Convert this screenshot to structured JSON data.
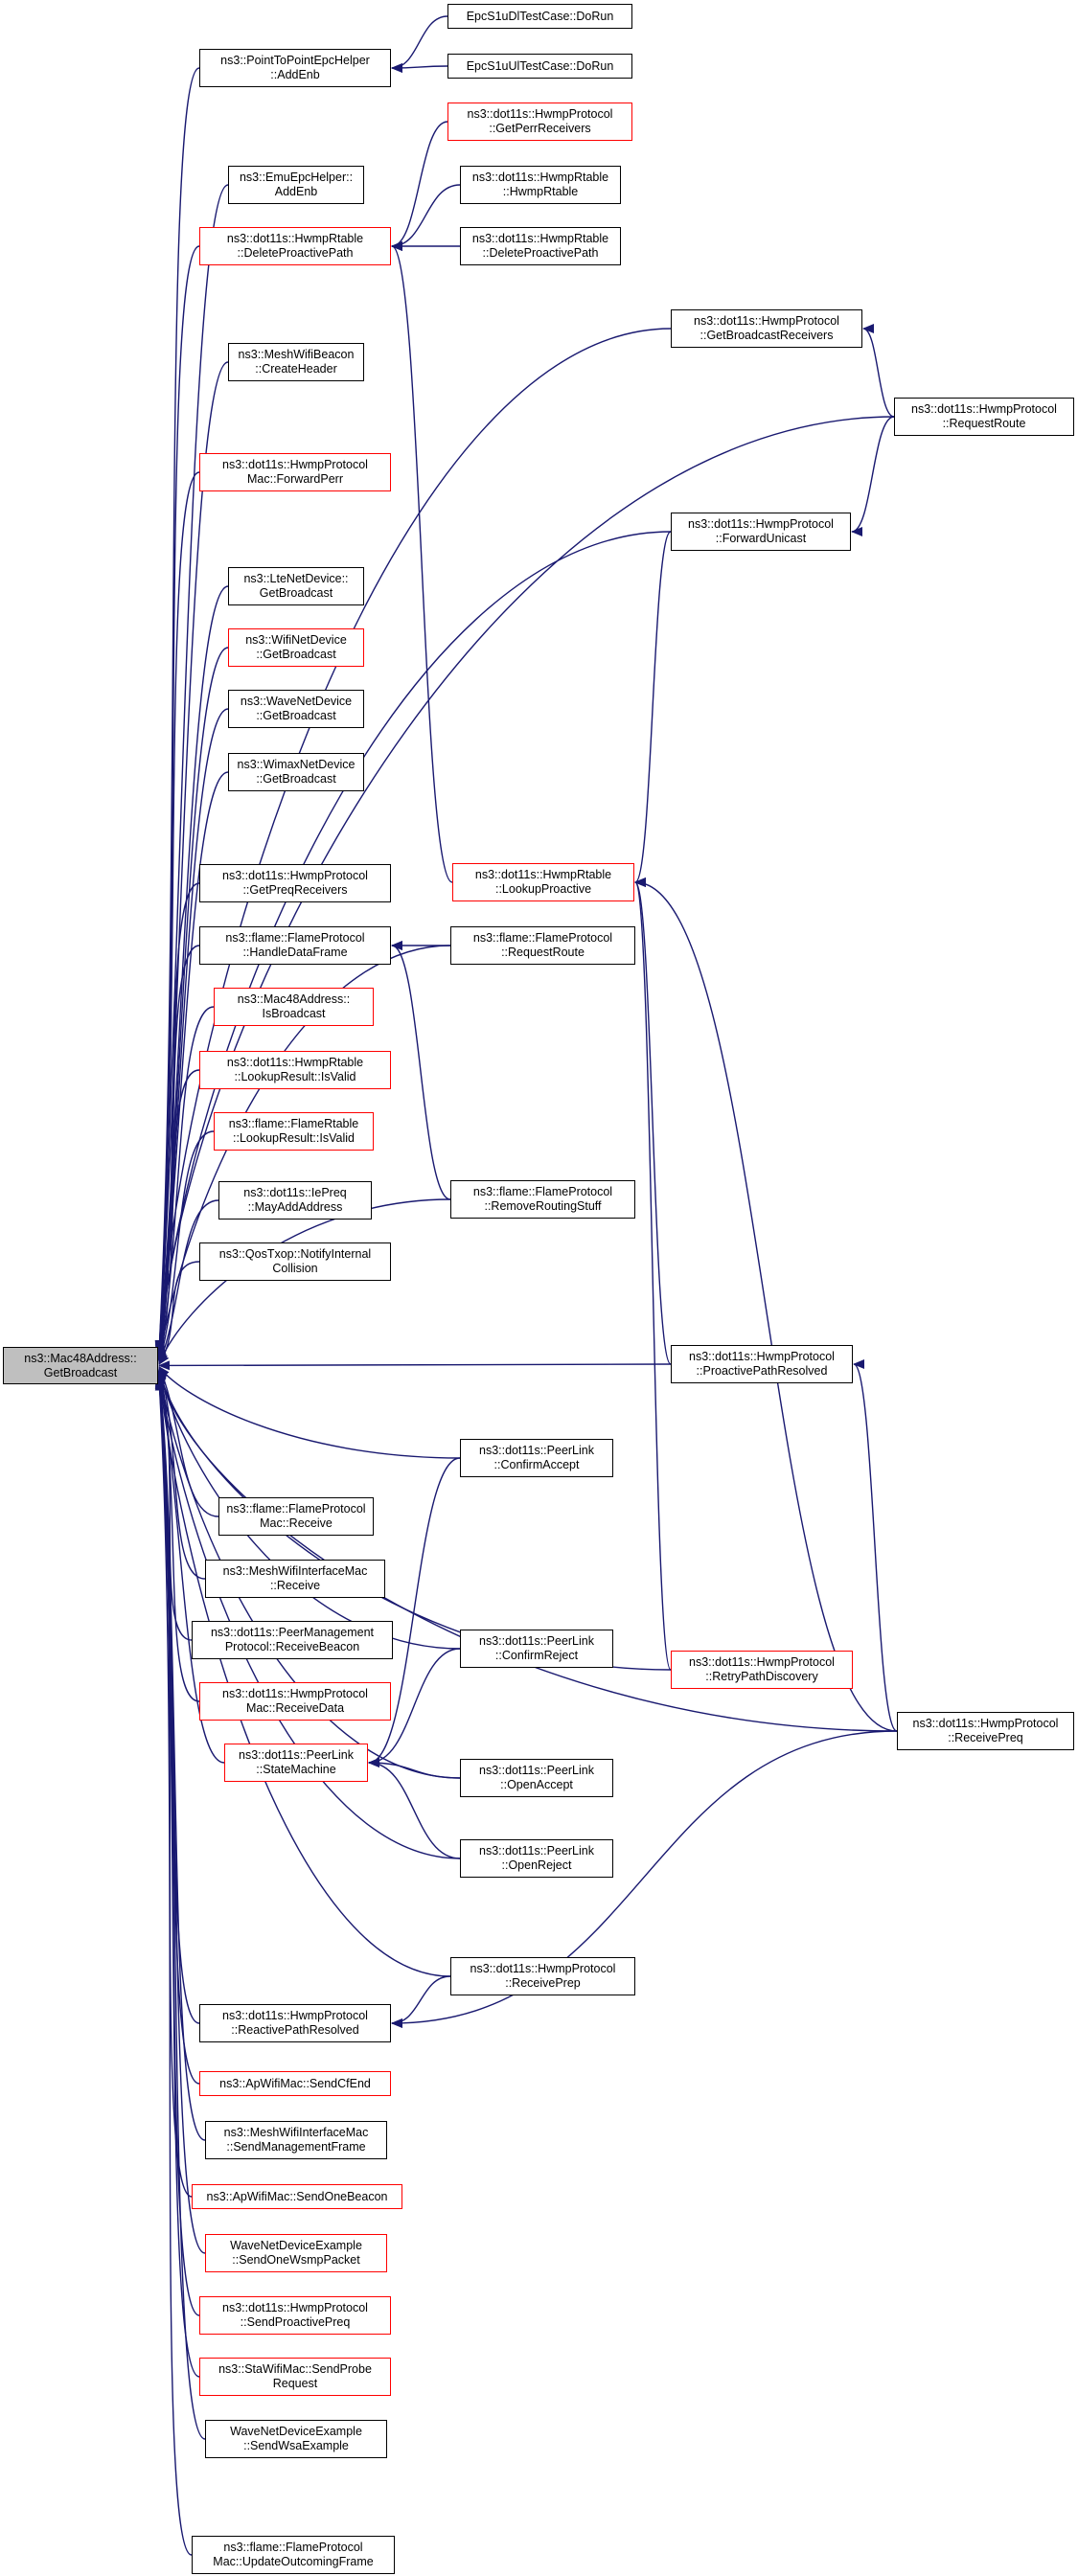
{
  "diagram": {
    "edge_color": "#191970",
    "root": {
      "id": "root",
      "lines": [
        "ns3::Mac48Address::",
        "GetBroadcast"
      ],
      "style": "root"
    },
    "nodes": [
      {
        "id": "p2p_addenb",
        "lines": [
          "ns3::PointToPointEpcHelper",
          "::AddEnb"
        ],
        "style": "black"
      },
      {
        "id": "epc_dl",
        "lines": [
          "EpcS1uDlTestCase::DoRun"
        ],
        "style": "black"
      },
      {
        "id": "epc_ul",
        "lines": [
          "EpcS1uUlTestCase::DoRun"
        ],
        "style": "black"
      },
      {
        "id": "emu_addenb",
        "lines": [
          "ns3::EmuEpcHelper::",
          "AddEnb"
        ],
        "style": "black"
      },
      {
        "id": "hr_delproact",
        "lines": [
          "ns3::dot11s::HwmpRtable",
          "::DeleteProactivePath"
        ],
        "style": "red"
      },
      {
        "id": "hp_getperr",
        "lines": [
          "ns3::dot11s::HwmpProtocol",
          "::GetPerrReceivers"
        ],
        "style": "red"
      },
      {
        "id": "hr_ctor",
        "lines": [
          "ns3::dot11s::HwmpRtable",
          "::HwmpRtable"
        ],
        "style": "black"
      },
      {
        "id": "hr_delproact2",
        "lines": [
          "ns3::dot11s::HwmpRtable",
          "::DeleteProactivePath"
        ],
        "style": "black"
      },
      {
        "id": "hp_getbcast",
        "lines": [
          "ns3::dot11s::HwmpProtocol",
          "::GetBroadcastReceivers"
        ],
        "style": "black"
      },
      {
        "id": "mwb_header",
        "lines": [
          "ns3::MeshWifiBeacon",
          "::CreateHeader"
        ],
        "style": "black"
      },
      {
        "id": "hp_reqroute",
        "lines": [
          "ns3::dot11s::HwmpProtocol",
          "::RequestRoute"
        ],
        "style": "black"
      },
      {
        "id": "hpm_fwdperr",
        "lines": [
          "ns3::dot11s::HwmpProtocol",
          "Mac::ForwardPerr"
        ],
        "style": "red"
      },
      {
        "id": "hp_fwduni",
        "lines": [
          "ns3::dot11s::HwmpProtocol",
          "::ForwardUnicast"
        ],
        "style": "black"
      },
      {
        "id": "lte_getb",
        "lines": [
          "ns3::LteNetDevice::",
          "GetBroadcast"
        ],
        "style": "black"
      },
      {
        "id": "wifi_getb",
        "lines": [
          "ns3::WifiNetDevice",
          "::GetBroadcast"
        ],
        "style": "red"
      },
      {
        "id": "wave_getb",
        "lines": [
          "ns3::WaveNetDevice",
          "::GetBroadcast"
        ],
        "style": "black"
      },
      {
        "id": "wimax_getb",
        "lines": [
          "ns3::WimaxNetDevice",
          "::GetBroadcast"
        ],
        "style": "black"
      },
      {
        "id": "hr_lookproact",
        "lines": [
          "ns3::dot11s::HwmpRtable",
          "::LookupProactive"
        ],
        "style": "red"
      },
      {
        "id": "hp_getpreq",
        "lines": [
          "ns3::dot11s::HwmpProtocol",
          "::GetPreqReceivers"
        ],
        "style": "black"
      },
      {
        "id": "fp_handle",
        "lines": [
          "ns3::flame::FlameProtocol",
          "::HandleDataFrame"
        ],
        "style": "black"
      },
      {
        "id": "fp_reqroute",
        "lines": [
          "ns3::flame::FlameProtocol",
          "::RequestRoute"
        ],
        "style": "black"
      },
      {
        "id": "mac48_isb",
        "lines": [
          "ns3::Mac48Address::",
          "IsBroadcast"
        ],
        "style": "red"
      },
      {
        "id": "hr_lrvalid",
        "lines": [
          "ns3::dot11s::HwmpRtable",
          "::LookupResult::IsValid"
        ],
        "style": "red"
      },
      {
        "id": "fr_lrvalid",
        "lines": [
          "ns3::flame::FlameRtable",
          "::LookupResult::IsValid"
        ],
        "style": "red"
      },
      {
        "id": "fp_rmroute",
        "lines": [
          "ns3::flame::FlameProtocol",
          "::RemoveRoutingStuff"
        ],
        "style": "black"
      },
      {
        "id": "iepreq_may",
        "lines": [
          "ns3::dot11s::IePreq",
          "::MayAddAddress"
        ],
        "style": "black"
      },
      {
        "id": "qos_notify",
        "lines": [
          "ns3::QosTxop::NotifyInternal",
          "Collision"
        ],
        "style": "black"
      },
      {
        "id": "hp_proactres",
        "lines": [
          "ns3::dot11s::HwmpProtocol",
          "::ProactivePathResolved"
        ],
        "style": "black"
      },
      {
        "id": "pl_confacc",
        "lines": [
          "ns3::dot11s::PeerLink",
          "::ConfirmAccept"
        ],
        "style": "black"
      },
      {
        "id": "fpm_recv",
        "lines": [
          "ns3::flame::FlameProtocol",
          "Mac::Receive"
        ],
        "style": "black"
      },
      {
        "id": "mwim_recv",
        "lines": [
          "ns3::MeshWifiInterfaceMac",
          "::Receive"
        ],
        "style": "black"
      },
      {
        "id": "pmp_recvbeacon",
        "lines": [
          "ns3::dot11s::PeerManagement",
          "Protocol::ReceiveBeacon"
        ],
        "style": "black"
      },
      {
        "id": "pl_confrej",
        "lines": [
          "ns3::dot11s::PeerLink",
          "::ConfirmReject"
        ],
        "style": "black"
      },
      {
        "id": "hp_retry",
        "lines": [
          "ns3::dot11s::HwmpProtocol",
          "::RetryPathDiscovery"
        ],
        "style": "red"
      },
      {
        "id": "hp_recvpreq",
        "lines": [
          "ns3::dot11s::HwmpProtocol",
          "::ReceivePreq"
        ],
        "style": "black"
      },
      {
        "id": "hpm_recvdata",
        "lines": [
          "ns3::dot11s::HwmpProtocol",
          "Mac::ReceiveData"
        ],
        "style": "red"
      },
      {
        "id": "pl_state",
        "lines": [
          "ns3::dot11s::PeerLink",
          "::StateMachine"
        ],
        "style": "red"
      },
      {
        "id": "pl_openacc",
        "lines": [
          "ns3::dot11s::PeerLink",
          "::OpenAccept"
        ],
        "style": "black"
      },
      {
        "id": "pl_openrej",
        "lines": [
          "ns3::dot11s::PeerLink",
          "::OpenReject"
        ],
        "style": "black"
      },
      {
        "id": "hp_recvprep",
        "lines": [
          "ns3::dot11s::HwmpProtocol",
          "::ReceivePrep"
        ],
        "style": "black"
      },
      {
        "id": "hp_reactres",
        "lines": [
          "ns3::dot11s::HwmpProtocol",
          "::ReactivePathResolved"
        ],
        "style": "black"
      },
      {
        "id": "ap_cfend",
        "lines": [
          "ns3::ApWifiMac::SendCfEnd"
        ],
        "style": "red"
      },
      {
        "id": "mwim_sendmgmt",
        "lines": [
          "ns3::MeshWifiInterfaceMac",
          "::SendManagementFrame"
        ],
        "style": "black"
      },
      {
        "id": "ap_onebeacon",
        "lines": [
          "ns3::ApWifiMac::SendOneBeacon"
        ],
        "style": "red"
      },
      {
        "id": "wnde_wsmp",
        "lines": [
          "WaveNetDeviceExample",
          "::SendOneWsmpPacket"
        ],
        "style": "red"
      },
      {
        "id": "hp_sendproactpreq",
        "lines": [
          "ns3::dot11s::HwmpProtocol",
          "::SendProactivePreq"
        ],
        "style": "red"
      },
      {
        "id": "sta_probe",
        "lines": [
          "ns3::StaWifiMac::SendProbe",
          "Request"
        ],
        "style": "red"
      },
      {
        "id": "wnde_wsa",
        "lines": [
          "WaveNetDeviceExample",
          "::SendWsaExample"
        ],
        "style": "black"
      },
      {
        "id": "fpm_update",
        "lines": [
          "ns3::flame::FlameProtocol",
          "Mac::UpdateOutcomingFrame"
        ],
        "style": "black"
      }
    ],
    "edges": [
      [
        "p2p_addenb",
        "root"
      ],
      [
        "emu_addenb",
        "root"
      ],
      [
        "hr_delproact",
        "root"
      ],
      [
        "hp_getbcast",
        "root"
      ],
      [
        "mwb_header",
        "root"
      ],
      [
        "hp_reqroute",
        "root"
      ],
      [
        "hpm_fwdperr",
        "root"
      ],
      [
        "hp_fwduni",
        "root"
      ],
      [
        "lte_getb",
        "root"
      ],
      [
        "wifi_getb",
        "root"
      ],
      [
        "wave_getb",
        "root"
      ],
      [
        "wimax_getb",
        "root"
      ],
      [
        "fp_reqroute",
        "root"
      ],
      [
        "hp_getpreq",
        "root"
      ],
      [
        "fp_handle",
        "root"
      ],
      [
        "mac48_isb",
        "root"
      ],
      [
        "hr_lrvalid",
        "root"
      ],
      [
        "fr_lrvalid",
        "root"
      ],
      [
        "iepreq_may",
        "root"
      ],
      [
        "qos_notify",
        "root"
      ],
      [
        "fp_rmroute",
        "root"
      ],
      [
        "hp_proactres",
        "root"
      ],
      [
        "pl_confacc",
        "root"
      ],
      [
        "fpm_recv",
        "root"
      ],
      [
        "mwim_recv",
        "root"
      ],
      [
        "pmp_recvbeacon",
        "root"
      ],
      [
        "pl_confrej",
        "root"
      ],
      [
        "hpm_recvdata",
        "root"
      ],
      [
        "pl_state",
        "root"
      ],
      [
        "pl_openacc",
        "root"
      ],
      [
        "pl_openrej",
        "root"
      ],
      [
        "hp_retry",
        "root"
      ],
      [
        "hp_recvprep",
        "root"
      ],
      [
        "hp_reactres",
        "root"
      ],
      [
        "ap_cfend",
        "root"
      ],
      [
        "mwim_sendmgmt",
        "root"
      ],
      [
        "ap_onebeacon",
        "root"
      ],
      [
        "wnde_wsmp",
        "root"
      ],
      [
        "hp_sendproactpreq",
        "root"
      ],
      [
        "sta_probe",
        "root"
      ],
      [
        "wnde_wsa",
        "root"
      ],
      [
        "hp_recvpreq",
        "root"
      ],
      [
        "fpm_update",
        "root"
      ],
      [
        "epc_dl",
        "p2p_addenb"
      ],
      [
        "epc_ul",
        "p2p_addenb"
      ],
      [
        "hp_getperr",
        "hr_delproact"
      ],
      [
        "hr_ctor",
        "hr_delproact"
      ],
      [
        "hr_delproact2",
        "hr_delproact"
      ],
      [
        "hr_lookproact",
        "hr_delproact"
      ],
      [
        "hp_reqroute",
        "hp_getbcast"
      ],
      [
        "hp_reqroute",
        "hp_fwduni"
      ],
      [
        "hp_fwduni",
        "hr_lookproact"
      ],
      [
        "hp_proactres",
        "hr_lookproact"
      ],
      [
        "hp_retry",
        "hr_lookproact"
      ],
      [
        "hp_recvpreq",
        "hr_lookproact"
      ],
      [
        "fp_reqroute",
        "fp_handle"
      ],
      [
        "fp_rmroute",
        "fp_handle"
      ],
      [
        "hp_recvpreq",
        "hp_proactres"
      ],
      [
        "pl_confacc",
        "pl_state"
      ],
      [
        "pl_confrej",
        "pl_state"
      ],
      [
        "pl_openacc",
        "pl_state"
      ],
      [
        "pl_openrej",
        "pl_state"
      ],
      [
        "hp_recvprep",
        "hp_reactres"
      ],
      [
        "hp_recvpreq",
        "hp_reactres"
      ]
    ]
  }
}
